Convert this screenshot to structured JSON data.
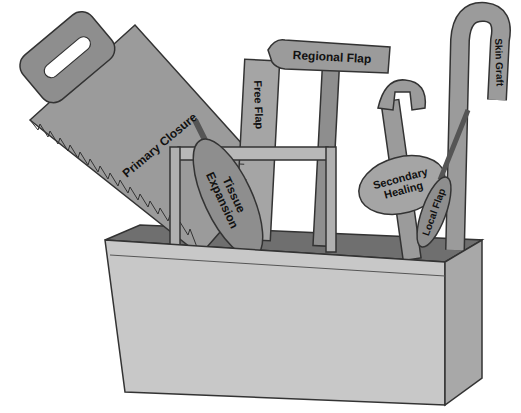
{
  "diagram": {
    "labels": [
      "Primary Closure",
      "Tissue Expansion",
      "Free Flap",
      "Regional Flap",
      "Secondary Healing",
      "Local Flap",
      "Skin Graft"
    ]
  }
}
